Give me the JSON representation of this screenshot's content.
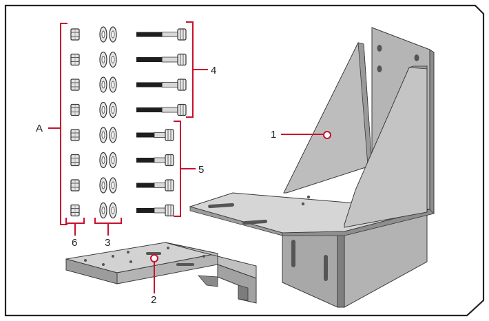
{
  "colors": {
    "callout": "#c8102e",
    "metal_light": "#c8c8c8",
    "metal_mid": "#a9a9a9",
    "metal_dark": "#8a8a8a",
    "outline": "#3a3a3a",
    "frame": "#222222"
  },
  "callouts": {
    "group_a": "A",
    "item_1": "1",
    "item_2": "2",
    "item_3": "3",
    "item_4": "4",
    "item_5": "5",
    "item_6": "6"
  },
  "hardware": {
    "nut_count": 8,
    "washer_pair_count": 8,
    "long_bolt_count": 4,
    "short_bolt_count": 4
  }
}
